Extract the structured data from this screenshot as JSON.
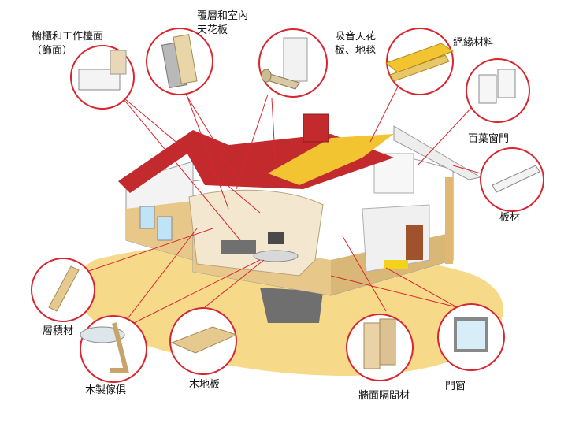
{
  "labels": {
    "cabinet": "櫥櫃和工作檯面",
    "cabinet_sub": "（飾面）",
    "ceiling_line1": "覆層和室內",
    "ceiling_line2": "天花板",
    "acoustic_line1": "吸音天花",
    "acoustic_line2": "板、地毯",
    "insulation": "絕緣材料",
    "louver": "百葉窗門",
    "board": "板材",
    "laminated": "層積材",
    "furniture": "木製傢俱",
    "flooring": "木地板",
    "wall_panel": "牆面隔間材",
    "window": "門窗"
  },
  "colors": {
    "circle_outline": "#d7262f",
    "leader_line": "#d7262f",
    "roof": "#c22a2e",
    "wall_wood": "#e8c88a",
    "ground": "#f7d98a",
    "insulation": "#f2c431"
  }
}
